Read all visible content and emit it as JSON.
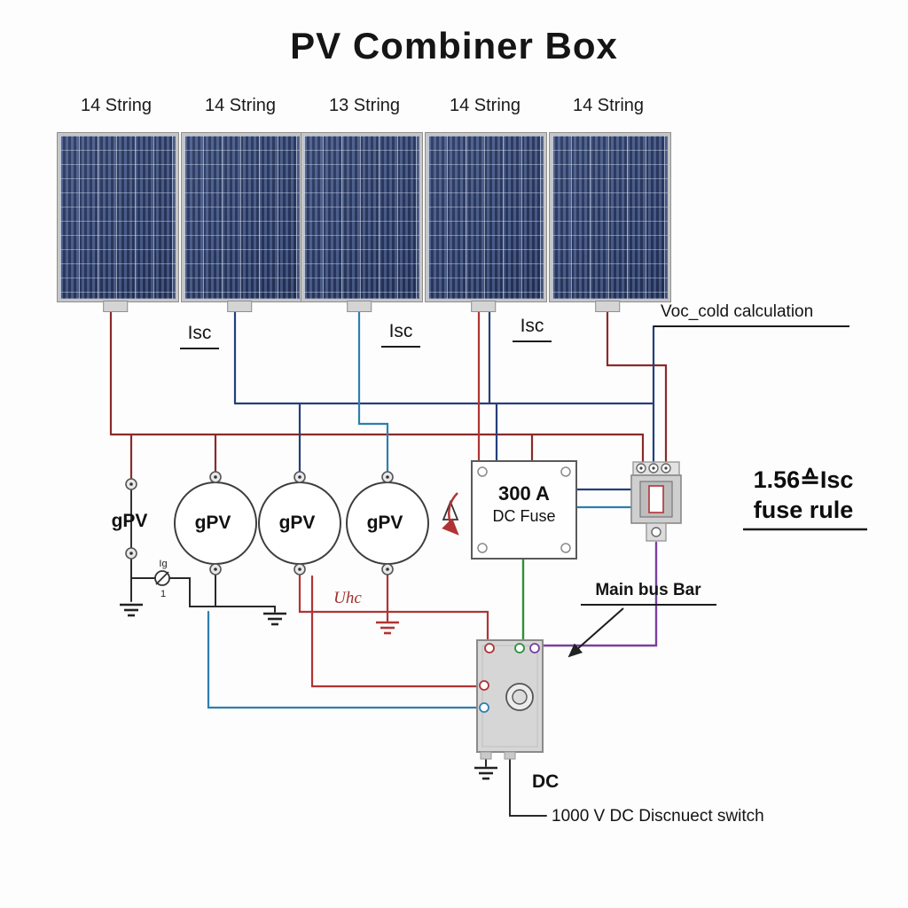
{
  "title": "PV Combiner Box",
  "strings": [
    {
      "label": "14 String"
    },
    {
      "label": "14 String"
    },
    {
      "label": "13 String"
    },
    {
      "label": "14 String"
    },
    {
      "label": "14 String"
    }
  ],
  "annotations": {
    "isc_1": "Isc",
    "isc_2": "Isc",
    "isc_3": "Isc",
    "voc_cold": "Voc_cold calculation",
    "fuse_rule_line1": "1.56≙Isc",
    "fuse_rule_line2": "fuse rule",
    "main_bus_bar": "Main bus Bar",
    "uhc": "Uhc",
    "ig": "Ig",
    "ig_sub": "1",
    "dc": "DC",
    "disconnect_switch": "1000 V DC Discnuect switch"
  },
  "fuses": {
    "gpv_1": "gPV",
    "gpv_2": "gPV",
    "gpv_3": "gPV",
    "gpv_4": "gPV"
  },
  "dc_fuse": {
    "rating": "300 A",
    "label": "DC Fuse"
  },
  "colors": {
    "wire_dark_red": "#8b2a2a",
    "wire_dark_blue": "#24407c",
    "wire_teal": "#2e7fae",
    "wire_red": "#b03434",
    "wire_green": "#2f8f3a",
    "wire_purple": "#7a3fa0",
    "panel_blue": "#2e3f6f"
  }
}
